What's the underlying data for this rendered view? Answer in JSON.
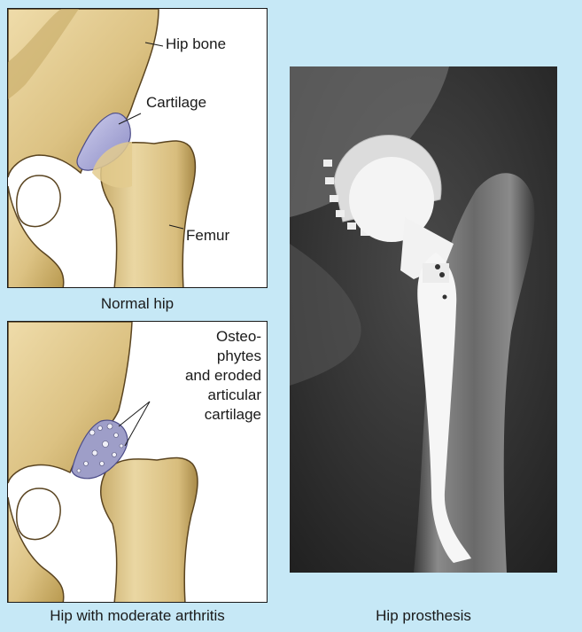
{
  "panels": {
    "normal": {
      "caption": "Normal hip",
      "labels": {
        "hip_bone": "Hip bone",
        "cartilage": "Cartilage",
        "femur": "Femur"
      }
    },
    "arthritis": {
      "caption": "Hip with moderate arthritis",
      "label_lines": [
        "Osteo-",
        "phytes",
        "and eroded",
        "articular",
        "cartilage"
      ]
    },
    "xray": {
      "caption": "Hip prosthesis"
    }
  },
  "colors": {
    "background": "#c6e8f6",
    "bone": "#e2cc94",
    "bone_shadow": "#b89a5a",
    "cartilage": "#a9a8d6",
    "xray_dark": "#2d2d2d",
    "implant": "#f4f4f4"
  }
}
